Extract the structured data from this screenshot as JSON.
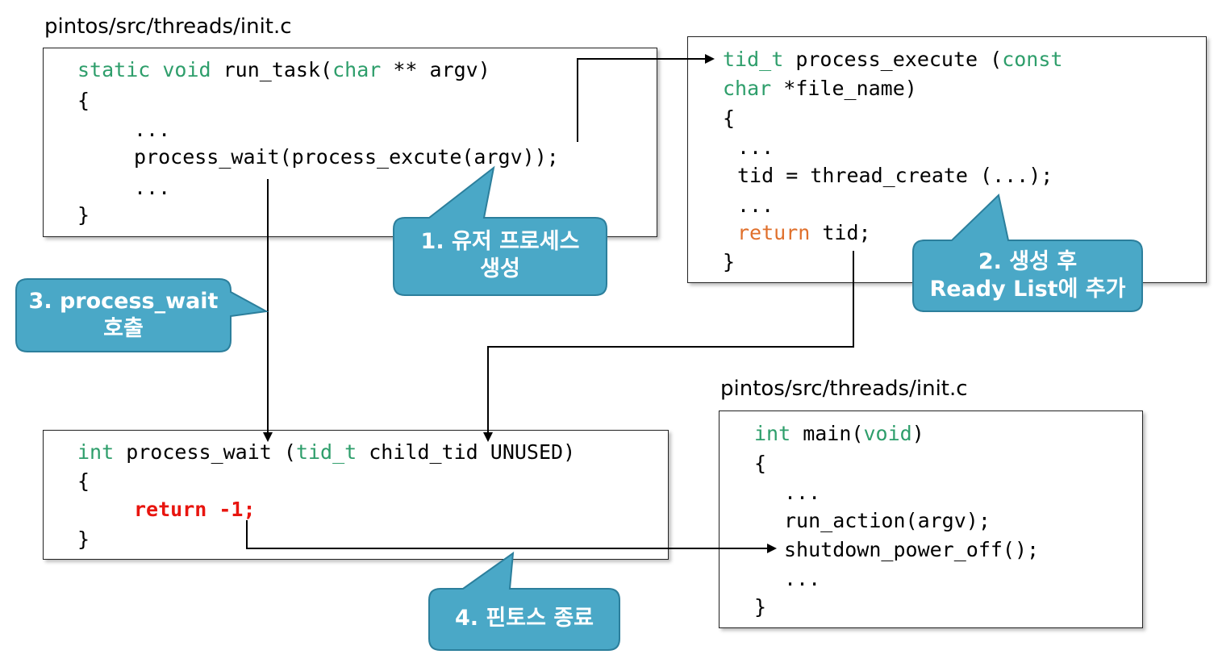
{
  "labels": {
    "top_path": "pintos/src/threads/init.c",
    "bottom_path": "pintos/src/threads/init.c"
  },
  "box_run_task": {
    "l1_kw": "static void",
    "l1_a": " run_task(",
    "l1_kw2": "char",
    "l1_b": " ** argv)",
    "l2": "{",
    "l3": "...",
    "l4": "process_wait(process_excute(argv));",
    "l5": "...",
    "l6": "}"
  },
  "box_process_execute": {
    "l1_kw": "tid_t",
    "l1_a": " process_execute (",
    "l1_kw2": "const",
    "l2_kw": "char",
    "l2_a": " *file_name)",
    "l3": "{",
    "l4": "...",
    "l5": "tid = thread_create (...);",
    "l6": "...",
    "l7_kw": "return",
    "l7_a": " tid;",
    "l8": "}"
  },
  "box_process_wait": {
    "l1_kw": "int",
    "l1_a": " process_wait (",
    "l1_kw2": "tid_t",
    "l1_b": " child_tid UNUSED)",
    "l2": "{",
    "l3": "return -1;",
    "l4": "}"
  },
  "box_main": {
    "l1_kw": "int",
    "l1_a": " main(",
    "l1_kw2": "void",
    "l1_b": ")",
    "l2": "{",
    "l3": "...",
    "l4": "run_action(argv);",
    "l5": "shutdown_power_off();",
    "l6": "...",
    "l7": "}"
  },
  "callouts": {
    "c1_line1": "1. 유저 프로세스",
    "c1_line2": "생성",
    "c2_line1": "2. 생성 후",
    "c2_line2": "Ready List에 추가",
    "c3_line1": "3. process_wait",
    "c3_line2": "호출",
    "c4_line1": "4. 핀토스 종료"
  },
  "colors": {
    "keyword": "#2e9e6b",
    "return_keyword": "#e0702c",
    "return_red": "#e8150f",
    "callout_fill": "#4aa8c7",
    "callout_stroke": "#2c7f9c"
  }
}
